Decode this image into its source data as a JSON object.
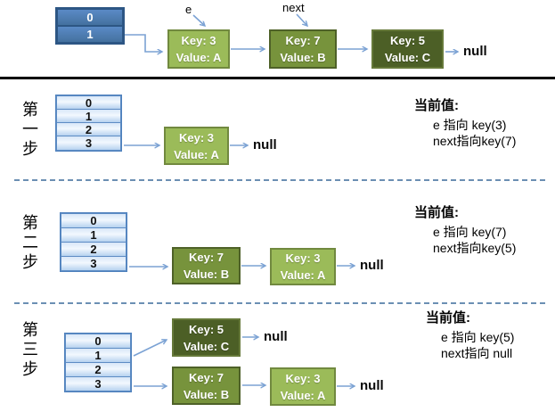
{
  "colors": {
    "bucket_dark_fill": "#4f81bd",
    "bucket_dark_border": "#2d5684",
    "bucket_light_border": "#5d8cc4",
    "node_light_fill": "#9bbb59",
    "node_light_border": "#71893f",
    "node_medium_fill": "#77933c",
    "node_medium_border": "#4e6128",
    "node_dark_fill": "#4c5f26",
    "node_dark_border": "#66793a",
    "arrow": "#7ba2d4",
    "divider_solid": "#000000",
    "divider_dashed": "#6b8fb3"
  },
  "top": {
    "bucket_cells": [
      "0",
      "1"
    ],
    "e_label": "e",
    "next_label": "next",
    "nodes": [
      {
        "key": "Key: 3",
        "value": "Value: A"
      },
      {
        "key": "Key: 7",
        "value": "Value: B"
      },
      {
        "key": "Key: 5",
        "value": "Value: C"
      }
    ],
    "null_label": "null"
  },
  "steps": [
    {
      "label": "第一步",
      "bucket_cells": [
        "0",
        "1",
        "2",
        "3"
      ],
      "nodes": [
        {
          "key": "Key: 3",
          "value": "Value: A"
        }
      ],
      "null_labels": [
        "null"
      ],
      "status": {
        "title": "当前值:",
        "lines": [
          "e 指向 key(3)",
          "next指向key(7)"
        ]
      }
    },
    {
      "label": "第二步",
      "bucket_cells": [
        "0",
        "1",
        "2",
        "3"
      ],
      "nodes": [
        {
          "key": "Key: 7",
          "value": "Value: B"
        },
        {
          "key": "Key: 3",
          "value": "Value: A"
        }
      ],
      "null_labels": [
        "null"
      ],
      "status": {
        "title": "当前值:",
        "lines": [
          "e 指向 key(7)",
          "next指向key(5)"
        ]
      }
    },
    {
      "label": "第三步",
      "bucket_cells": [
        "0",
        "1",
        "2",
        "3"
      ],
      "nodes": [
        {
          "key": "Key: 5",
          "value": "Value: C"
        },
        {
          "key": "Key: 7",
          "value": "Value: B"
        },
        {
          "key": "Key: 3",
          "value": "Value: A"
        }
      ],
      "null_labels": [
        "null",
        "null"
      ],
      "status": {
        "title": "当前值:",
        "lines": [
          "e 指向 key(5)",
          "next指向 null"
        ]
      }
    }
  ]
}
